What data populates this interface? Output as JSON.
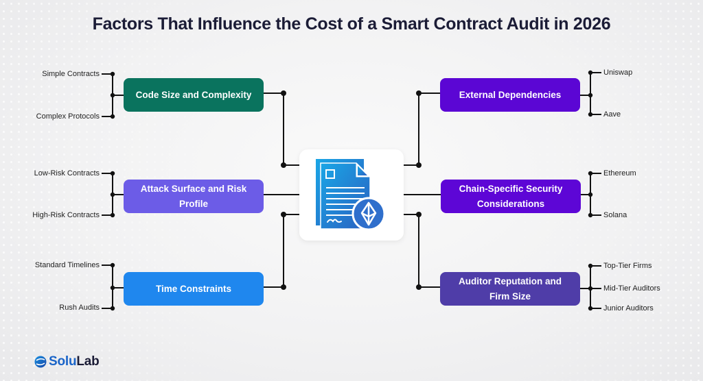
{
  "title": "Factors That Influence the Cost of a Smart Contract Audit in 2026",
  "center": {
    "icon": "smart-contract-document-ethereum-icon"
  },
  "factors_left": [
    {
      "label": "Code Size and Complexity",
      "color": "#0a735e",
      "items": [
        "Simple Contracts",
        "Complex Protocols"
      ]
    },
    {
      "label": "Attack Surface and Risk Profile",
      "color": "#6c5ce7",
      "items": [
        "Low-Risk Contracts",
        "High-Risk Contracts"
      ]
    },
    {
      "label": "Time Constraints",
      "color": "#1f87ee",
      "items": [
        "Standard Timelines",
        "Rush Audits"
      ]
    }
  ],
  "factors_right": [
    {
      "label": "External Dependencies",
      "color": "#5b06d4",
      "items": [
        "Uniswap",
        "Aave"
      ]
    },
    {
      "label": "Chain-Specific Security Considerations",
      "color": "#5d06d6",
      "items": [
        "Ethereum",
        "Solana"
      ]
    },
    {
      "label": "Auditor Reputation and Firm Size",
      "color": "#4f3da8",
      "items": [
        "Top-Tier Firms",
        "Mid-Tier Auditors",
        "Junior Auditors"
      ]
    }
  ],
  "brand": {
    "part1": "Solu",
    "part2": "Lab",
    "icon": "solulab-logo-icon"
  },
  "colors": {
    "title": "#1b1c36",
    "connector": "#111111",
    "background": "#f2f2f3"
  }
}
